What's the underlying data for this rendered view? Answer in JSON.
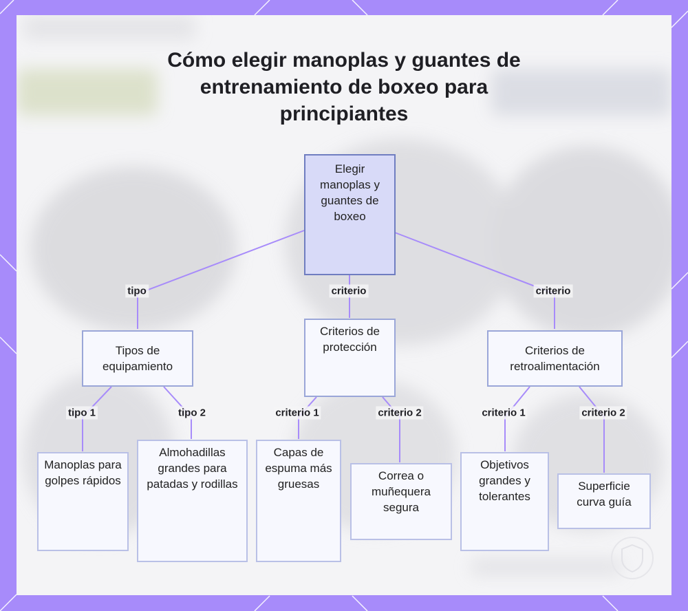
{
  "diagram": {
    "title": "Cómo elegir manoplas y guantes de entrenamiento de boxeo para principiantes",
    "colors": {
      "frame": "#a78bfa",
      "edge": "#a78bfa",
      "root_fill": "#d8daf8",
      "root_border": "#6f7dc0",
      "node_fill": "#f7f8fe",
      "node_border": "#b9c0e6"
    },
    "nodes": {
      "root": "Elegir manoplas y guantes de boxeo",
      "types": "Tipos de equipamiento",
      "protection": "Criterios de protección",
      "feedback": "Criterios de retroalimentación",
      "type1": "Manoplas para golpes rápidos",
      "type2": "Almohadillas grandes para patadas y rodillas",
      "prot1": "Capas de espuma más gruesas",
      "prot2": "Correa o muñequera segura",
      "feed1": "Objetivos grandes y tolerantes",
      "feed2": "Superficie curva guía"
    },
    "edges": {
      "root_types": "tipo",
      "root_protection": "criterio",
      "root_feedback": "criterio",
      "types_type1": "tipo 1",
      "types_type2": "tipo 2",
      "protection_prot1": "criterio 1",
      "protection_prot2": "criterio 2",
      "feedback_feed1": "criterio 1",
      "feedback_feed2": "criterio 2"
    }
  }
}
